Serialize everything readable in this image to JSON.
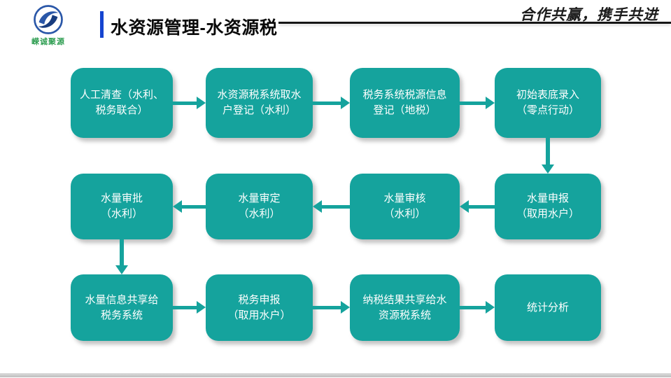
{
  "header": {
    "logo_text": "嵘诚聚源",
    "title": "水资源管理-水资源税",
    "slogan": "合作共赢，携手共进"
  },
  "colors": {
    "teal": "#15a39d",
    "accent_blue": "#1544d0",
    "logo_green": "#2f9e52",
    "line_dark": "#161616",
    "title_text": "#0a0a0a"
  },
  "flowchart": {
    "boxes": [
      {
        "id": "r1c1",
        "label": "人工清查（水利、\n税务联合）"
      },
      {
        "id": "r1c2",
        "label": "水资源税系统取水\n户登记（水利）"
      },
      {
        "id": "r1c3",
        "label": "税务系统税源信息\n登记（地税）"
      },
      {
        "id": "r1c4",
        "label": "初始表底录入\n（零点行动）"
      },
      {
        "id": "r2c1",
        "label": "水量审批\n（水利）"
      },
      {
        "id": "r2c2",
        "label": "水量审定\n（水利）"
      },
      {
        "id": "r2c3",
        "label": "水量审核\n（水利）"
      },
      {
        "id": "r2c4",
        "label": "水量申报\n（取用水户）"
      },
      {
        "id": "r3c1",
        "label": "水量信息共享给\n税务系统"
      },
      {
        "id": "r3c2",
        "label": "税务申报\n（取用水户）"
      },
      {
        "id": "r3c3",
        "label": "纳税结果共享给水\n资源税系统"
      },
      {
        "id": "r3c4",
        "label": "统计分析"
      }
    ],
    "edges": [
      {
        "from": "r1c1",
        "to": "r1c2"
      },
      {
        "from": "r1c2",
        "to": "r1c3"
      },
      {
        "from": "r1c3",
        "to": "r1c4"
      },
      {
        "from": "r1c4",
        "to": "r2c4"
      },
      {
        "from": "r2c4",
        "to": "r2c3"
      },
      {
        "from": "r2c3",
        "to": "r2c2"
      },
      {
        "from": "r2c2",
        "to": "r2c1"
      },
      {
        "from": "r2c1",
        "to": "r3c1"
      },
      {
        "from": "r3c1",
        "to": "r3c2"
      },
      {
        "from": "r3c2",
        "to": "r3c3"
      },
      {
        "from": "r3c3",
        "to": "r3c4"
      }
    ]
  }
}
